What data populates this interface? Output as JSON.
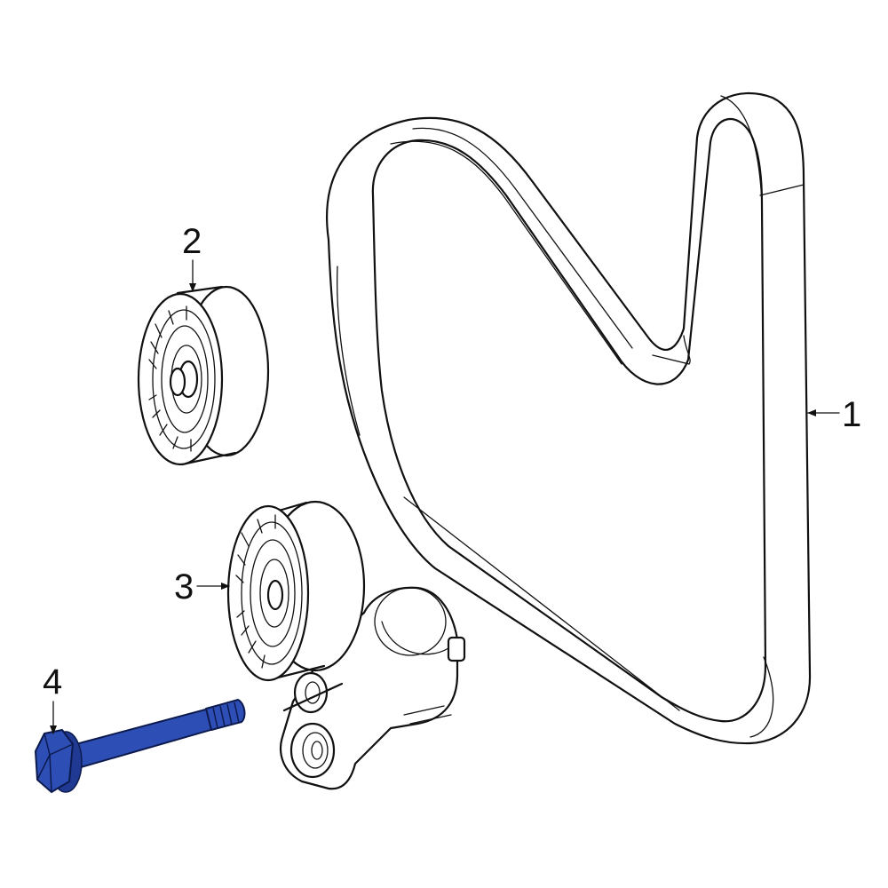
{
  "callouts": [
    {
      "id": "1",
      "label": "1"
    },
    {
      "id": "2",
      "label": "2"
    },
    {
      "id": "3",
      "label": "3"
    },
    {
      "id": "4",
      "label": "4"
    }
  ],
  "parts": {
    "serpentine_belt": {
      "callout": "1"
    },
    "idler_pulley": {
      "callout": "2"
    },
    "belt_tensioner": {
      "callout": "3"
    },
    "tensioner_bolt": {
      "callout": "4",
      "highlight_color": "#2d4eb5"
    }
  }
}
